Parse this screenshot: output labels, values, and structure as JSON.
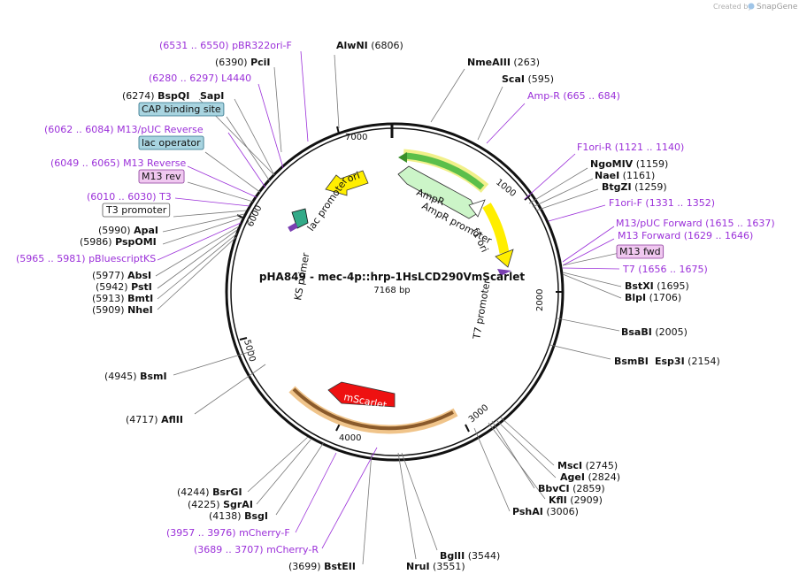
{
  "credit": "Created by",
  "brand": "SnapGene",
  "map_title": "pHA849 - mec-4p::hrp-1HsLCD290VmScarlet",
  "map_length": "7168 bp",
  "ticks": [
    "1000",
    "2000",
    "3000",
    "4000",
    "5000",
    "6000",
    "7000"
  ],
  "features": {
    "ori": "ori",
    "ampr": "AmpR",
    "mscarlet": "mScarlet",
    "lac_promoter": "lac promoter",
    "ampr_promoter": "AmpR promoter",
    "f1_ori": "f1 ori",
    "t7_promoter": "T7 promoter",
    "kan_primer": "KS primer"
  },
  "sites": [
    {
      "pre": "(6531 .. 6550)",
      "name": "pBR322ori-F",
      "post": "",
      "kind": "primer"
    },
    {
      "pre": "",
      "name": "AlwNI",
      "post": "(6806)",
      "kind": "enzyme"
    },
    {
      "pre": "(6390)",
      "name": "PciI",
      "post": "",
      "kind": "enzyme"
    },
    {
      "pre": "(6280 .. 6297)",
      "name": "L4440",
      "post": "",
      "kind": "primer"
    },
    {
      "pre": "(6274)",
      "name": "BspQI",
      "post": "",
      "kind": "enzyme"
    },
    {
      "pre": "",
      "name": "SapI",
      "post": "",
      "kind": "enzyme"
    },
    {
      "pre": "",
      "name": "CAP binding site",
      "post": "",
      "kind": "box"
    },
    {
      "pre": "(6062 .. 6084)",
      "name": "M13/pUC Reverse",
      "post": "",
      "kind": "primer"
    },
    {
      "pre": "",
      "name": "lac operator",
      "post": "",
      "kind": "box"
    },
    {
      "pre": "(6049 .. 6065)",
      "name": "M13 Reverse",
      "post": "",
      "kind": "primer"
    },
    {
      "pre": "",
      "name": "M13 rev",
      "post": "",
      "kind": "pbox"
    },
    {
      "pre": "(6010 .. 6030)",
      "name": "T3",
      "post": "",
      "kind": "primer"
    },
    {
      "pre": "",
      "name": "T3 promoter",
      "post": "",
      "kind": "wbox"
    },
    {
      "pre": "(5990)",
      "name": "ApaI",
      "post": "",
      "kind": "enzyme"
    },
    {
      "pre": "(5986)",
      "name": "PspOMI",
      "post": "",
      "kind": "enzyme"
    },
    {
      "pre": "(5965 .. 5981)",
      "name": "pBluescriptKS",
      "post": "",
      "kind": "primer"
    },
    {
      "pre": "(5977)",
      "name": "AbsI",
      "post": "",
      "kind": "enzyme"
    },
    {
      "pre": "(5942)",
      "name": "PstI",
      "post": "",
      "kind": "enzyme"
    },
    {
      "pre": "(5913)",
      "name": "BmtI",
      "post": "",
      "kind": "enzyme"
    },
    {
      "pre": "(5909)",
      "name": "NheI",
      "post": "",
      "kind": "enzyme"
    },
    {
      "pre": "",
      "name": "NmeAIII",
      "post": "(263)",
      "kind": "enzyme"
    },
    {
      "pre": "",
      "name": "ScaI",
      "post": "(595)",
      "kind": "enzyme"
    },
    {
      "pre": "",
      "name": "Amp-R",
      "post": "(665 .. 684)",
      "kind": "primer"
    },
    {
      "pre": "",
      "name": "F1ori-R",
      "post": "(1121 .. 1140)",
      "kind": "primer"
    },
    {
      "pre": "",
      "name": "NgoMIV",
      "post": "(1159)",
      "kind": "enzyme"
    },
    {
      "pre": "",
      "name": "NaeI",
      "post": "(1161)",
      "kind": "enzyme"
    },
    {
      "pre": "",
      "name": "BtgZI",
      "post": "(1259)",
      "kind": "enzyme"
    },
    {
      "pre": "",
      "name": "F1ori-F",
      "post": "(1331 .. 1352)",
      "kind": "primer"
    },
    {
      "pre": "",
      "name": "M13/pUC Forward",
      "post": "(1615 .. 1637)",
      "kind": "primer"
    },
    {
      "pre": "",
      "name": "M13 Forward",
      "post": "(1629 .. 1646)",
      "kind": "primer"
    },
    {
      "pre": "",
      "name": "M13 fwd",
      "post": "",
      "kind": "pbox"
    },
    {
      "pre": "",
      "name": "T7",
      "post": "(1656 .. 1675)",
      "kind": "primer"
    },
    {
      "pre": "",
      "name": "BstXI",
      "post": "(1695)",
      "kind": "enzyme"
    },
    {
      "pre": "",
      "name": "BlpI",
      "post": "(1706)",
      "kind": "enzyme"
    },
    {
      "pre": "",
      "name": "BsaBI",
      "post": "(2005)",
      "kind": "enzyme"
    },
    {
      "pre": "",
      "name": "BsmBI",
      "post": "",
      "kind": "enzyme"
    },
    {
      "pre": "",
      "name": "Esp3I",
      "post": "(2154)",
      "kind": "enzyme"
    },
    {
      "pre": "(4945)",
      "name": "BsmI",
      "post": "",
      "kind": "enzyme"
    },
    {
      "pre": "(4717)",
      "name": "AflII",
      "post": "",
      "kind": "enzyme"
    },
    {
      "pre": "",
      "name": "MscI",
      "post": "(2745)",
      "kind": "enzyme"
    },
    {
      "pre": "",
      "name": "AgeI",
      "post": "(2824)",
      "kind": "enzyme"
    },
    {
      "pre": "",
      "name": "BbvCI",
      "post": "(2859)",
      "kind": "enzyme"
    },
    {
      "pre": "",
      "name": "KflI",
      "post": "(2909)",
      "kind": "enzyme"
    },
    {
      "pre": "",
      "name": "PshAI",
      "post": "(3006)",
      "kind": "enzyme"
    },
    {
      "pre": "(4244)",
      "name": "BsrGI",
      "post": "",
      "kind": "enzyme"
    },
    {
      "pre": "(4225)",
      "name": "SgrAI",
      "post": "",
      "kind": "enzyme"
    },
    {
      "pre": "(4138)",
      "name": "BsgI",
      "post": "",
      "kind": "enzyme"
    },
    {
      "pre": "(3957 .. 3976)",
      "name": "mCherry-F",
      "post": "",
      "kind": "primer"
    },
    {
      "pre": "(3689 .. 3707)",
      "name": "mCherry-R",
      "post": "",
      "kind": "primer"
    },
    {
      "pre": "(3699)",
      "name": "BstEII",
      "post": "",
      "kind": "enzyme"
    },
    {
      "pre": "",
      "name": "NruI",
      "post": "(3551)",
      "kind": "enzyme"
    },
    {
      "pre": "",
      "name": "BglII",
      "post": "(3544)",
      "kind": "enzyme"
    }
  ]
}
